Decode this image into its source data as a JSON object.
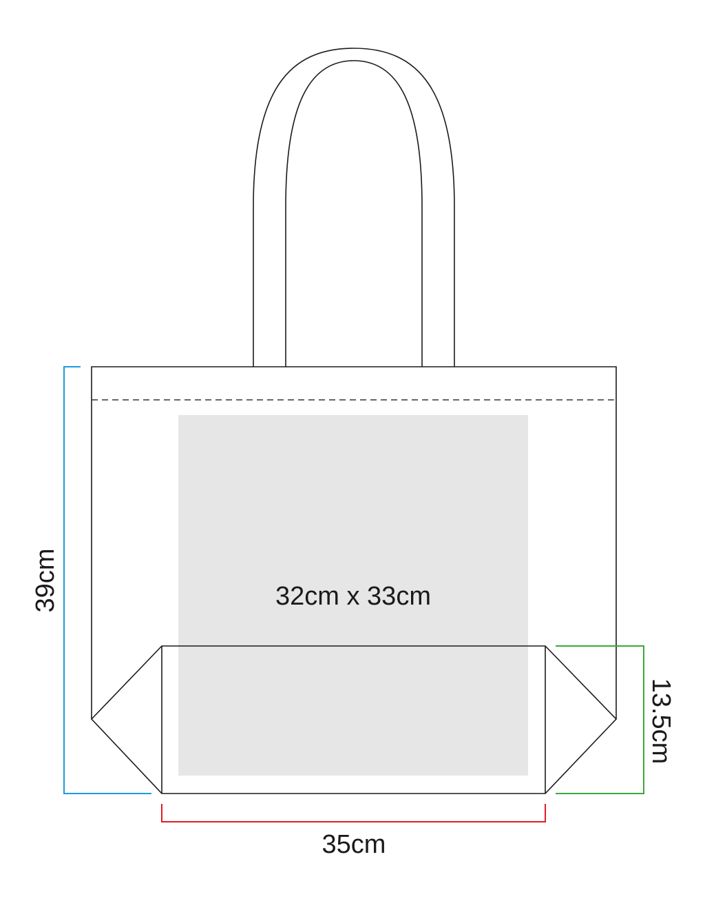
{
  "dimensions": {
    "height": {
      "label": "39cm",
      "color": "#1a9be0"
    },
    "width": {
      "label": "35cm",
      "color": "#e01b24"
    },
    "gusset": {
      "label": "13.5cm",
      "color": "#3aa935"
    },
    "print_area": {
      "label": "32cm x 33cm",
      "fill": "#e6e6e6"
    }
  }
}
